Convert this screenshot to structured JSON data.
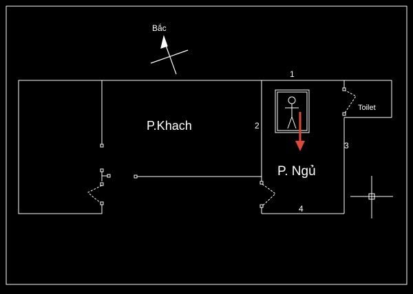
{
  "diagram": {
    "background": "#000000",
    "line_color": "#ffffff",
    "accent_color": "#e0473a",
    "compass_label": "Bắc",
    "rooms": {
      "living_room": "P.Khach",
      "bedroom": "P. Ngủ",
      "toilet": "Toilet"
    },
    "wall_numbers": {
      "top": "1",
      "left": "2",
      "right": "3",
      "bottom": "4"
    },
    "icons": [
      "compass-north-arrow-icon",
      "person-figure-icon",
      "crosshair-icon",
      "direction-arrow-icon"
    ]
  }
}
